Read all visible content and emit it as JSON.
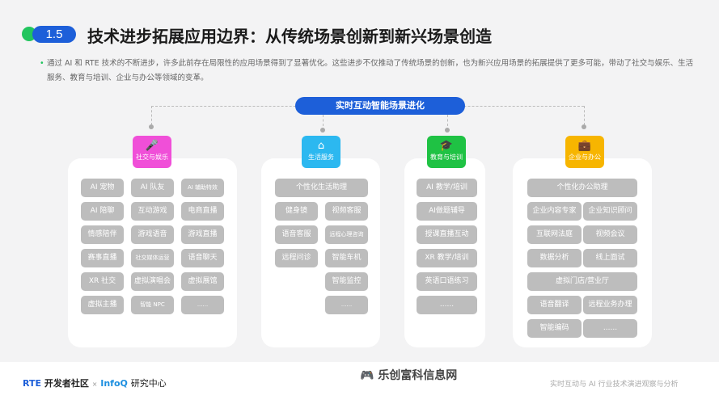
{
  "header": {
    "section_number": "1.5",
    "title": "技术进步拓展应用边界：从传统场景创新到新兴场景创造"
  },
  "description": "通过 AI 和 RTE 技术的不断进步，许多此前存在局限性的应用场景得到了显著优化。这些进步不仅推动了传统场景的创新，也为新兴应用场景的拓展提供了更多可能，带动了社交与娱乐、生活服务、教育与培训、企业与办公等领域的变革。",
  "center_label": "实时互动智能场景进化",
  "colors": {
    "accent": "#1d5fd9",
    "social": "#f04fd8",
    "life": "#2cb8f0",
    "edu": "#1fc244",
    "work": "#f7b500",
    "chip": "#bdbdbd"
  },
  "categories": [
    {
      "label": "社交与娱乐",
      "icon": "microphone-icon",
      "items": [
        "AI 宠物",
        "AI 队友",
        "AI 辅助特效",
        "AI 陪聊",
        "互动游戏",
        "电商直播",
        "情感陪伴",
        "游戏语音",
        "游戏直播",
        "赛事直播",
        "社交媒体运营",
        "语音聊天",
        "XR 社交",
        "虚拟演唱会",
        "虚拟展馆",
        "虚拟主播",
        "智能 NPC",
        "......"
      ]
    },
    {
      "label": "生活服务",
      "icon": "home-icon",
      "items": [
        "个性化生活助理",
        "健身镜",
        "视频客服",
        "语音客服",
        "远程心理咨询",
        "远程问诊",
        "智能车机",
        "智能监控",
        "......"
      ]
    },
    {
      "label": "教育与培训",
      "icon": "graduation-cap-icon",
      "items": [
        "AI 教学/培训",
        "AI做题辅导",
        "授课直播互动",
        "XR 教学/培训",
        "英语口语练习",
        "......"
      ]
    },
    {
      "label": "企业与办公",
      "icon": "briefcase-icon",
      "items": [
        "个性化办公助理",
        "企业内容专家",
        "企业知识顾问",
        "互联网法庭",
        "视频会议",
        "数据分析",
        "线上面试",
        "虚拟门店/营业厅",
        "语音翻译",
        "远程业务办理",
        "智能编码",
        "......"
      ]
    }
  ],
  "footer": {
    "logo_rte": "RTE",
    "logo_community": "开发者社区",
    "logo_sep": "×",
    "logo_infoq": "InfoQ",
    "logo_center": "研究中心",
    "watermark": "乐创富科信息网",
    "right_text": "实时互动与 AI 行业技术演进观察与分析"
  }
}
